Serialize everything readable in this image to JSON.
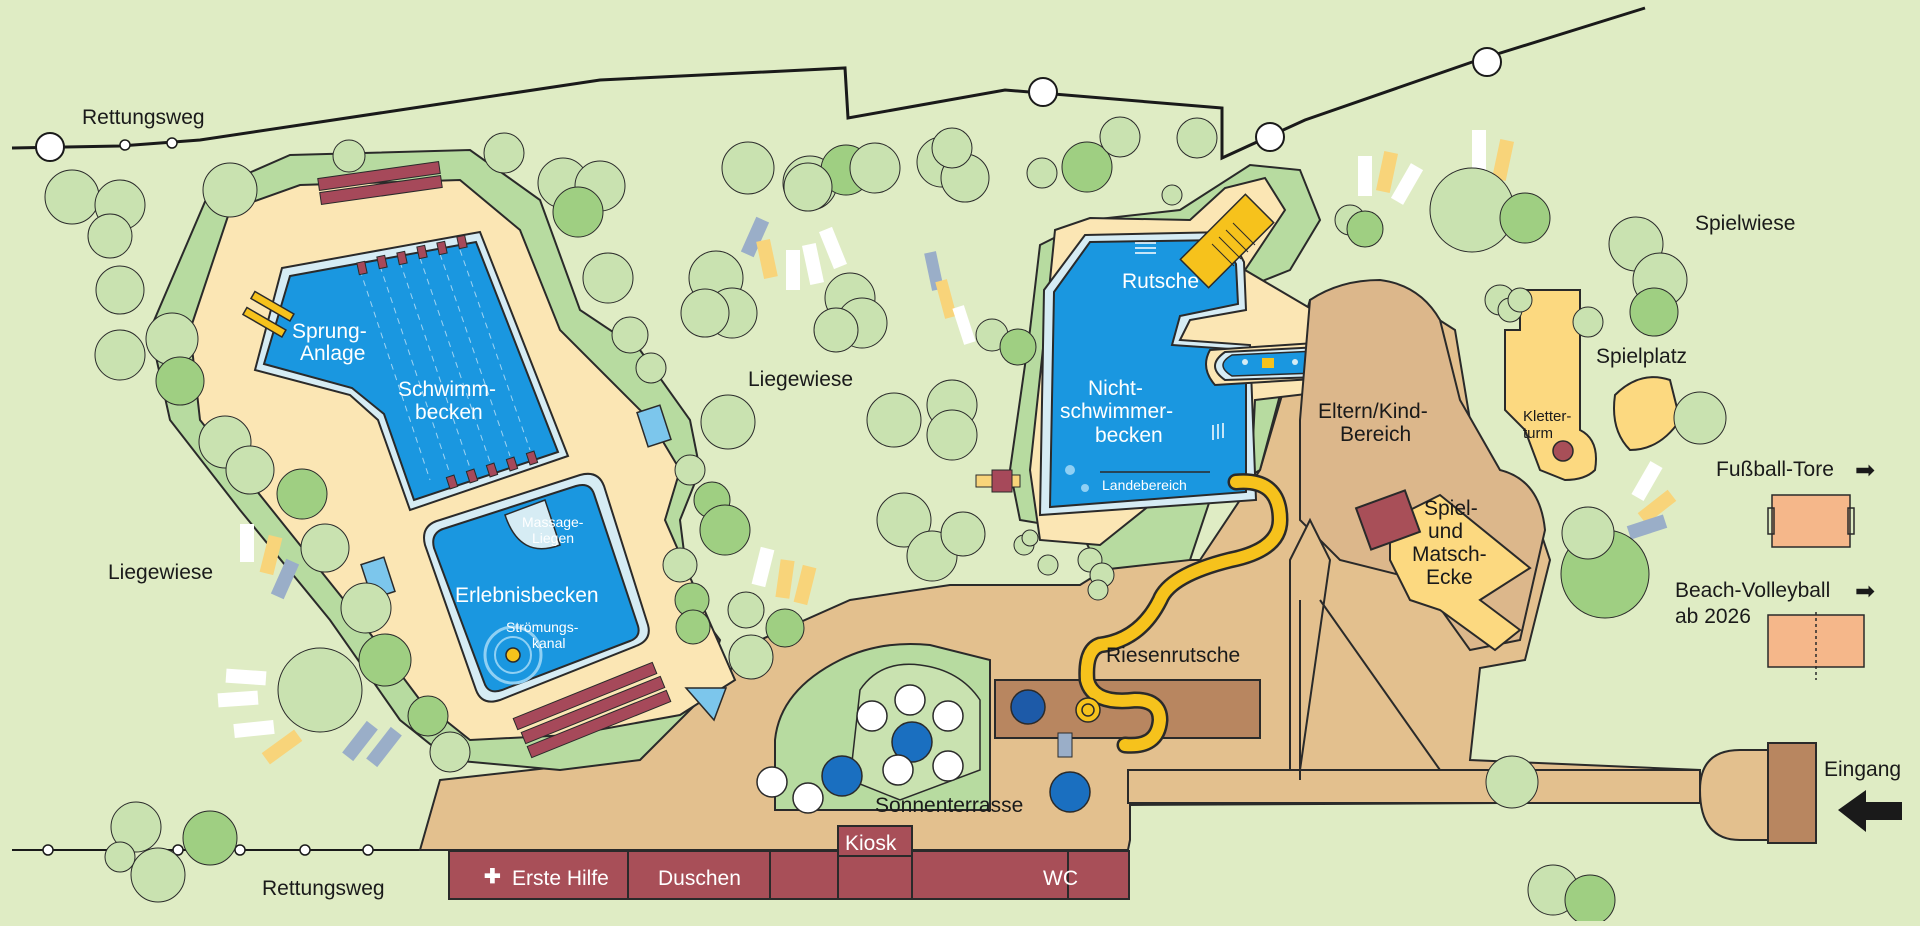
{
  "labels": {
    "rettungsweg_top": "Rettungsweg",
    "rettungsweg_bottom": "Rettungsweg",
    "liegewiese_left": "Liegewiese",
    "liegewiese_mid": "Liegewiese",
    "spielwiese": "Spielwiese",
    "spielplatz": "Spielplatz",
    "kletterturm_1": "Kletter-",
    "kletterturm_2": "turm",
    "sprung_1": "Sprung-",
    "sprung_2": "Anlage",
    "schwimm_1": "Schwimm-",
    "schwimm_2": "becken",
    "massage_1": "Massage-",
    "massage_2": "Liegen",
    "erlebnis": "Erlebnisbecken",
    "stroemung_1": "Strömungs-",
    "stroemung_2": "kanal",
    "rutsche": "Rutsche",
    "nicht_1": "Nicht-",
    "nicht_2": "schwimmer-",
    "nicht_3": "becken",
    "landebereich": "Landebereich",
    "eltern_1": "Eltern/Kind-",
    "eltern_2": "Bereich",
    "spiel_1": "Spiel-",
    "spiel_2": "und",
    "spiel_3": "Matsch-",
    "spiel_4": "Ecke",
    "riesenrutsche": "Riesenrutsche",
    "sonnenterrasse": "Sonnenterrasse",
    "fussball": "Fußball-Tore",
    "beach_1": "Beach-Volleyball",
    "beach_2": "ab 2026",
    "eingang": "Eingang"
  },
  "buildings": {
    "erste_hilfe": "Erste Hilfe",
    "duschen": "Duschen",
    "kiosk": "Kiosk",
    "wc": "WC"
  },
  "icons": {
    "entrance_arrow": "arrow-left-icon",
    "direction_arrow": "arrow-right-icon",
    "first_aid": "cross-icon"
  },
  "colors": {
    "grass": "#dfecc4",
    "water": "#1a97e0",
    "sand": "#fbe6b4",
    "path": "#e3c08e",
    "building": "#a84f58",
    "slide": "#f6c21c"
  }
}
